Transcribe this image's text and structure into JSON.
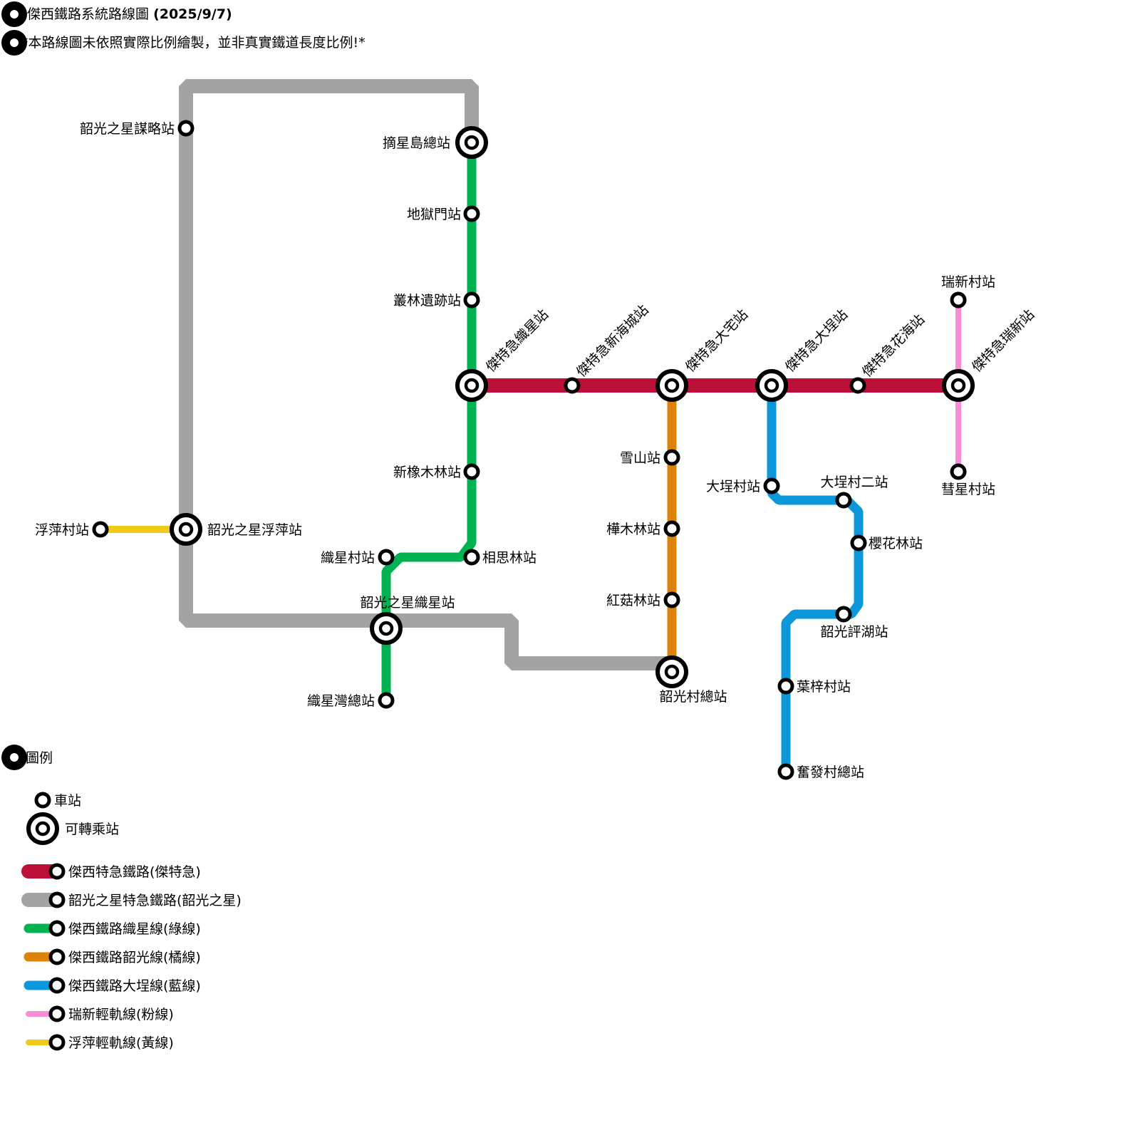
{
  "header": {
    "title_text": "傑西鐵路系統路線圖",
    "title_date": "(2025/9/7)",
    "note": "*本路線圖未依照實際比例繪製，並非真實鐵道長度比例!*"
  },
  "lines": [
    {
      "id": "red",
      "name": "傑西特急鐵路(傑特急)",
      "color": "#BD1038"
    },
    {
      "id": "gray",
      "name": "韶光之星特急鐵路(韶光之星)",
      "color": "#A3A3A3"
    },
    {
      "id": "green",
      "name": "傑西鐵路織星線(綠線)",
      "color": "#00B251"
    },
    {
      "id": "orange",
      "name": "傑西鐵路韶光線(橘線)",
      "color": "#DD830B"
    },
    {
      "id": "blue",
      "name": "傑西鐵路大埕線(藍線)",
      "color": "#0B97D9"
    },
    {
      "id": "pink",
      "name": "瑞新輕軌線(粉線)",
      "color": "#F98DD5"
    },
    {
      "id": "yellow",
      "name": "浮萍輕軌線(黃線)",
      "color": "#F0CA19"
    }
  ],
  "stations": {
    "gray_strategy": "韶光之星謀略站",
    "zhaixingdao": "摘星島總站",
    "diyumen": "地獄門站",
    "conglin": "叢林遺跡站",
    "jt_zhixing": "傑特急織星站",
    "jt_xinhai": "傑特急新海城站",
    "jt_dazhai": "傑特急大宅站",
    "jt_dacheng": "傑特急大埕站",
    "jt_huahai": "傑特急花海站",
    "jt_ruixin": "傑特急瑞新站",
    "ruixincun": "瑞新村站",
    "huixingcun": "彗星村站",
    "xinxiangmulin": "新橡木林站",
    "xiangsilin": "相思林站",
    "zhixingcun": "織星村站",
    "gray_zhixing": "韶光之星織星站",
    "zhixingwan": "織星灣總站",
    "fupingcun": "浮萍村站",
    "gray_fuping": "韶光之星浮萍站",
    "xueshan": "雪山站",
    "huamulin": "樺木林站",
    "honggulin": "紅菇林站",
    "shaoguangcun": "韶光村總站",
    "dachengcun": "大埕村站",
    "dachengcun2": "大埕村二站",
    "yinghualin": "櫻花林站",
    "pinghu": "韶光評湖站",
    "yezicun": "葉梓村站",
    "fenfacun": "奮發村總站"
  },
  "legend": {
    "title": "圖例",
    "station": "車站",
    "interchange": "可轉乘站"
  }
}
